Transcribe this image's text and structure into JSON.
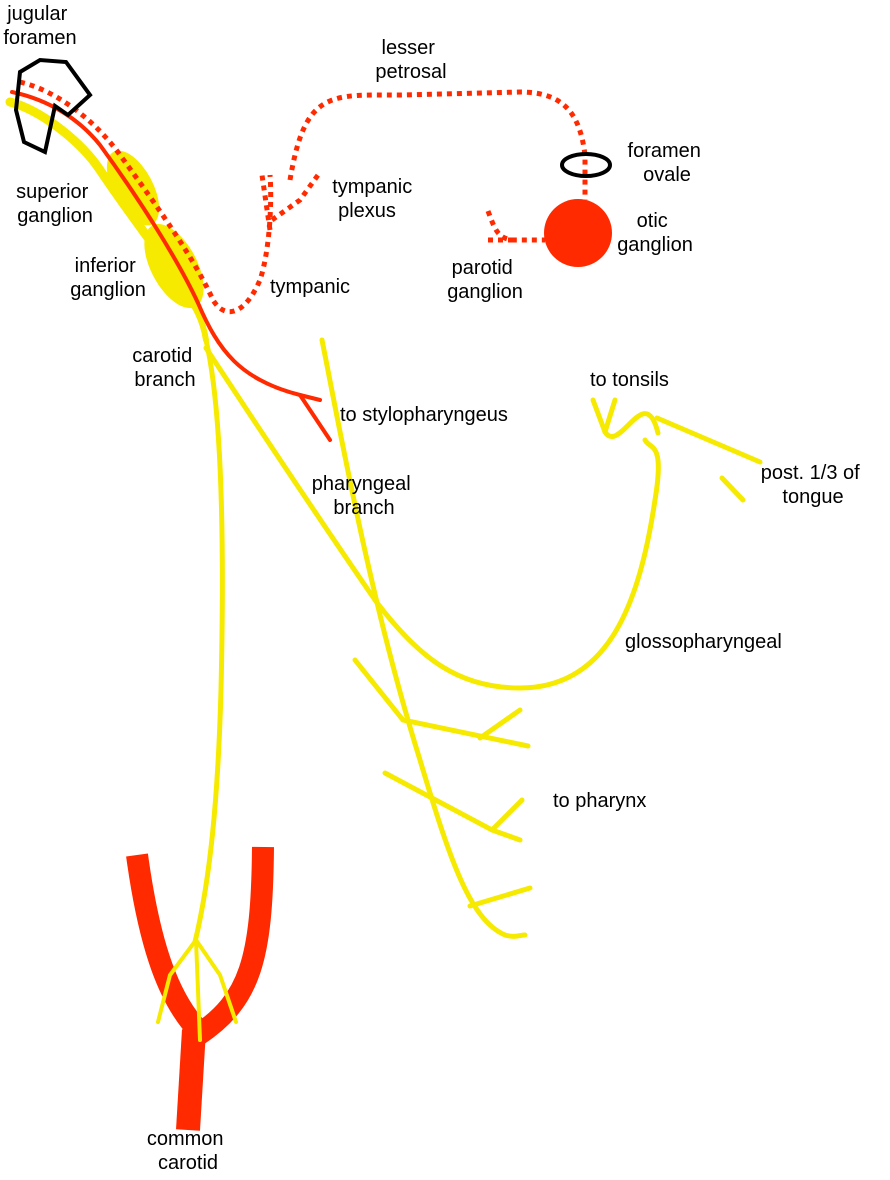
{
  "colors": {
    "nerve": "#f5ea00",
    "ganglion": "#f5ea00",
    "artery": "#ff2a00",
    "parasympathetic": "#ff2a00",
    "bone_outline": "#000000"
  },
  "labels": {
    "jugular_foramen": [
      "jugular",
      "foramen"
    ],
    "lesser_petrosal": [
      "lesser",
      "petrosal"
    ],
    "foramen_ovale": [
      "foramen",
      "ovale"
    ],
    "tympanic_plexus": [
      "tympanic",
      "plexus"
    ],
    "superior_ganglion": [
      "superior",
      "ganglion"
    ],
    "otic_ganglion": [
      "otic",
      "ganglion"
    ],
    "inferior_ganglion": [
      "inferior",
      "ganglion"
    ],
    "parotid_ganglion": [
      "parotid",
      "ganglion"
    ],
    "tympanic": "tympanic",
    "to_tonsils": "to tonsils",
    "to_stylopharyngeus": "to stylopharyngeus",
    "pharyngeal_branch": [
      "pharyngeal",
      "branch"
    ],
    "post_tongue": [
      "post. 1/3 of",
      "tongue"
    ],
    "carotid_branch": [
      "carotid",
      "branch"
    ],
    "glossopharyngeal": "glossopharyngeal",
    "to_pharynx": "to pharynx",
    "common_carotid": [
      "common",
      "carotid"
    ]
  }
}
